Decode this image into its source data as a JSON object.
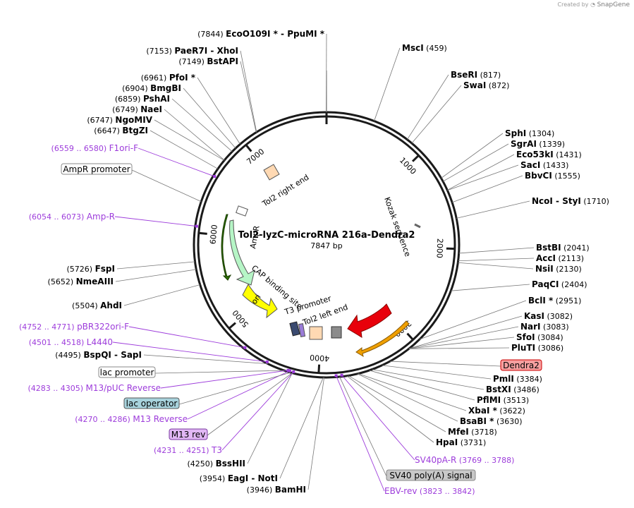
{
  "brand": {
    "created_by": "Created by",
    "product": "SnapGene"
  },
  "plasmid": {
    "name": "Tol2-lyzC-microRNA 216a-Dendra2",
    "length": "7847 bp",
    "total_bp": 7847
  },
  "colors": {
    "enzyme": "#000000",
    "primer": "#9d3cdb",
    "dendra": "#e8000b",
    "ampr": "#b6f5c6",
    "ori": "#ffff00",
    "orf": "#f0a000",
    "tol2": "#ffd9b3",
    "tol2_left": "#8c8c8c"
  },
  "ticks": [
    {
      "label": "1000",
      "bp": 1000
    },
    {
      "label": "2000",
      "bp": 2000
    },
    {
      "label": "3000",
      "bp": 3000
    },
    {
      "label": "4000",
      "bp": 4000
    },
    {
      "label": "5000",
      "bp": 5000
    },
    {
      "label": "6000",
      "bp": 6000
    },
    {
      "label": "7000",
      "bp": 7000
    }
  ],
  "enzymes_right": [
    {
      "name": "MscI",
      "pos": "(459)",
      "bp": 459
    },
    {
      "name": "BseRI",
      "pos": "(817)",
      "bp": 817
    },
    {
      "name": "SwaI",
      "pos": "(872)",
      "bp": 872
    },
    {
      "name": "SphI",
      "pos": "(1304)",
      "bp": 1304
    },
    {
      "name": "SgrAI",
      "pos": "(1339)",
      "bp": 1339
    },
    {
      "name": "Eco53kI",
      "pos": "(1431)",
      "bp": 1431
    },
    {
      "name": "SacI",
      "pos": "(1433)",
      "bp": 1433
    },
    {
      "name": "BbvCI",
      "pos": "(1555)",
      "bp": 1555
    },
    {
      "name": "NcoI  - StyI",
      "pos": "(1710)",
      "bp": 1710
    },
    {
      "name": "BstBI",
      "pos": "(2041)",
      "bp": 2041
    },
    {
      "name": "AccI",
      "pos": "(2113)",
      "bp": 2113
    },
    {
      "name": "NsiI",
      "pos": "(2130)",
      "bp": 2130
    },
    {
      "name": "PaqCI",
      "pos": "(2404)",
      "bp": 2404
    },
    {
      "name": "BclI *",
      "pos": "(2951)",
      "bp": 2951
    },
    {
      "name": "KasI",
      "pos": "(3082)",
      "bp": 3082
    },
    {
      "name": "NarI",
      "pos": "(3083)",
      "bp": 3083
    },
    {
      "name": "SfoI",
      "pos": "(3084)",
      "bp": 3084
    },
    {
      "name": "PluTI",
      "pos": "(3086)",
      "bp": 3086
    },
    {
      "name": "PmlI",
      "pos": "(3384)",
      "bp": 3384
    },
    {
      "name": "BstXI",
      "pos": "(3486)",
      "bp": 3486
    },
    {
      "name": "PflMI",
      "pos": "(3513)",
      "bp": 3513
    },
    {
      "name": "XbaI *",
      "pos": "(3622)",
      "bp": 3622
    },
    {
      "name": "BsaBI *",
      "pos": "(3630)",
      "bp": 3630
    },
    {
      "name": "MfeI",
      "pos": "(3718)",
      "bp": 3718
    },
    {
      "name": "HpaI",
      "pos": "(3731)",
      "bp": 3731
    }
  ],
  "enzymes_left": [
    {
      "name": "EcoO109I *  - PpuMI *",
      "pos": "(7844)",
      "bp": 7844
    },
    {
      "name": "PaeR7I  - XhoI",
      "pos": "(7153)",
      "bp": 7153
    },
    {
      "name": "BstAPI",
      "pos": "(7149)",
      "bp": 7149
    },
    {
      "name": "PfoI *",
      "pos": "(6961)",
      "bp": 6961
    },
    {
      "name": "BmgBI",
      "pos": "(6904)",
      "bp": 6904
    },
    {
      "name": "PshAI",
      "pos": "(6859)",
      "bp": 6859
    },
    {
      "name": "NaeI",
      "pos": "(6749)",
      "bp": 6749
    },
    {
      "name": "NgoMIV",
      "pos": "(6747)",
      "bp": 6747
    },
    {
      "name": "BtgZI",
      "pos": "(6647)",
      "bp": 6647
    },
    {
      "name": "FspI",
      "pos": "(5726)",
      "bp": 5726
    },
    {
      "name": "NmeAIII",
      "pos": "(5652)",
      "bp": 5652
    },
    {
      "name": "AhdI",
      "pos": "(5504)",
      "bp": 5504
    },
    {
      "name": "BspQI  - SapI",
      "pos": "(4495)",
      "bp": 4495
    },
    {
      "name": "BssHII",
      "pos": "(4250)",
      "bp": 4250
    },
    {
      "name": "EagI  - NotI",
      "pos": "(3954)",
      "bp": 3954
    },
    {
      "name": "BamHI",
      "pos": "(3946)",
      "bp": 3946
    }
  ],
  "primers": [
    {
      "name": "F1ori-F",
      "range": "(6559 .. 6580)",
      "bp": 6570
    },
    {
      "name": "Amp-R",
      "range": "(6054 .. 6073)",
      "bp": 6063
    },
    {
      "name": "pBR322ori-F",
      "range": "(4752 .. 4771)",
      "bp": 4761
    },
    {
      "name": "L4440",
      "range": "(4501 .. 4518)",
      "bp": 4510
    },
    {
      "name": "M13/pUC Reverse",
      "range": "(4283 .. 4305)",
      "bp": 4294
    },
    {
      "name": "M13 Reverse",
      "range": "(4270 .. 4286)",
      "bp": 4278
    },
    {
      "name": "T3",
      "range": "(4231 .. 4251)",
      "bp": 4241
    },
    {
      "name": "SV40pA-R",
      "range": "(3769 .. 3788)",
      "bp": 3778
    },
    {
      "name": "EBV-rev",
      "range": "(3823 .. 3842)",
      "bp": 3832
    }
  ],
  "boxed_features": [
    {
      "name": "AmpR promoter",
      "style": "white",
      "bp": 6300
    },
    {
      "name": "lac promoter",
      "style": "white",
      "bp": 4330
    },
    {
      "name": "lac operator",
      "style": "blue",
      "bp": 4266
    },
    {
      "name": "M13 rev",
      "style": "purple",
      "bp": 4250
    },
    {
      "name": "SV40 poly(A) signal",
      "style": "gray",
      "bp": 3800
    },
    {
      "name": "Dendra2",
      "style": "red",
      "bp": 3300
    }
  ],
  "inner_labels": {
    "tol2_right": "Tol2 right end",
    "tol2_left": "Tol2 left end",
    "kozak": "Kozak sequence",
    "ampr": "AmpR",
    "cap": "CAP binding site",
    "t3": "T3 promoter",
    "ori": "ori"
  }
}
